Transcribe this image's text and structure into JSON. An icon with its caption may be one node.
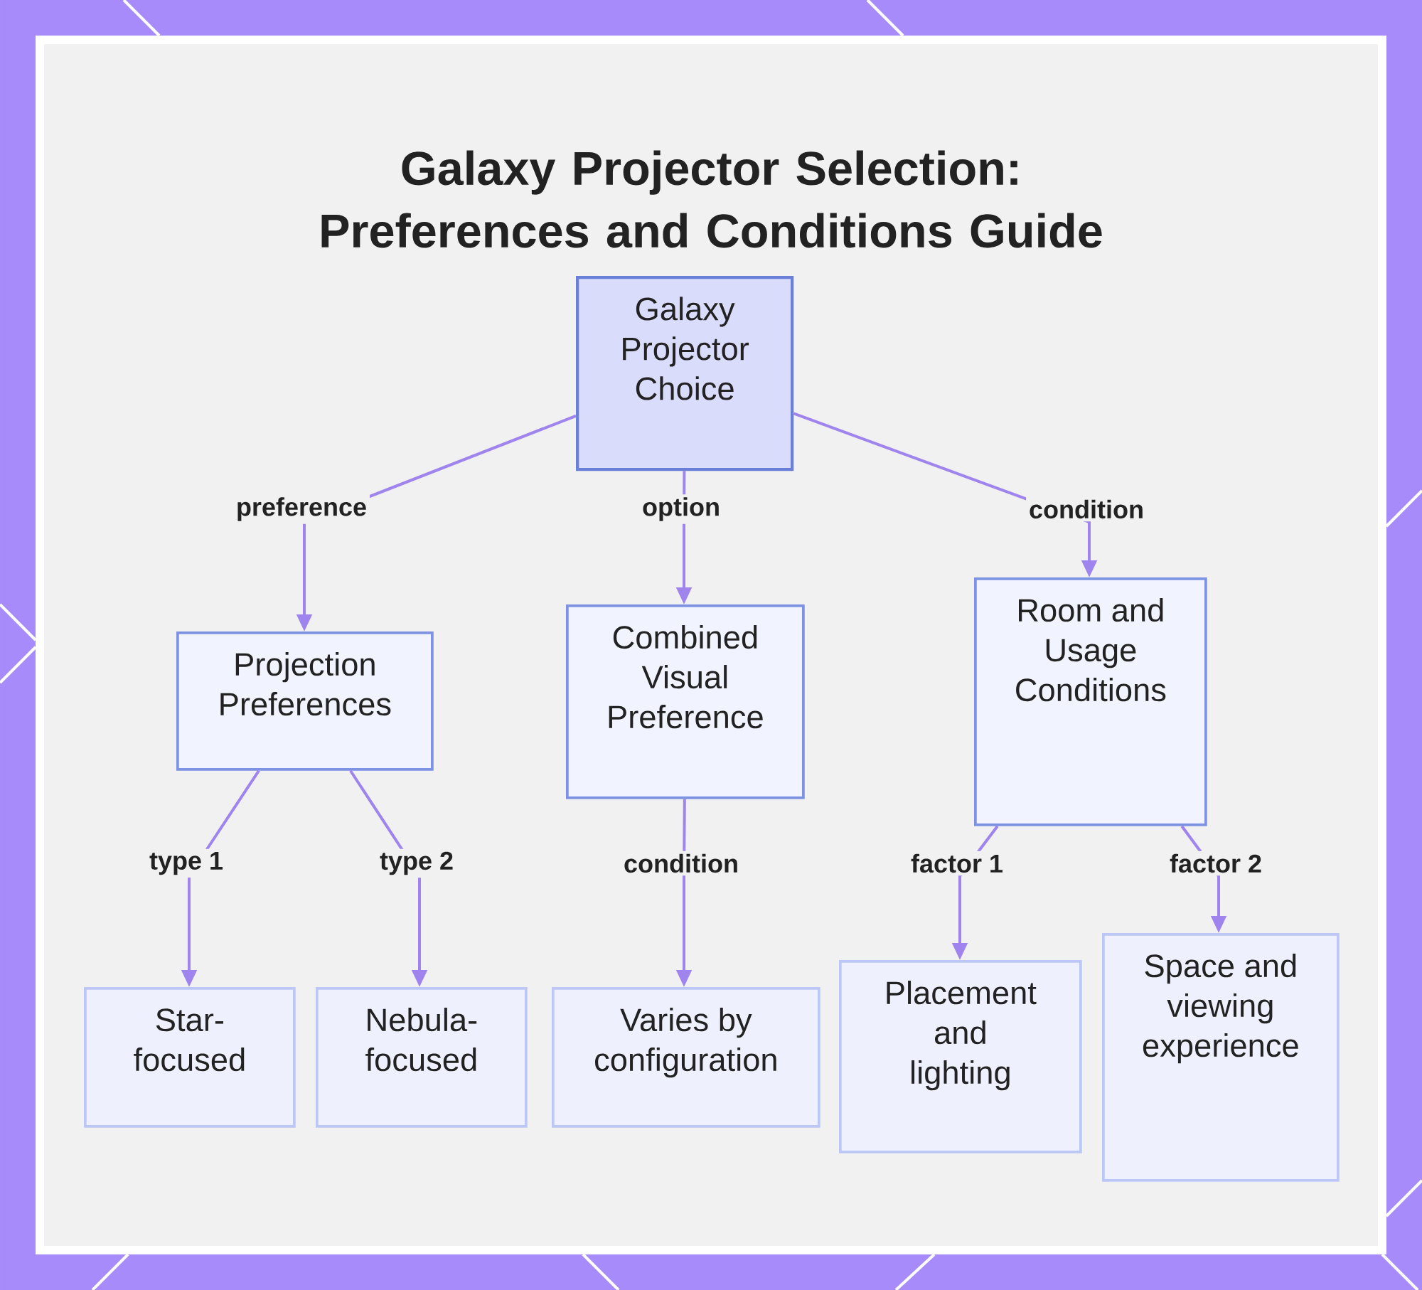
{
  "diagram": {
    "title": "Galaxy Projector Selection: Preferences and Conditions Guide",
    "nodes": [
      {
        "text": [
          "Galaxy Projector Choice"
        ]
      },
      {
        "text": [
          "Projection Preferences"
        ]
      },
      {
        "text": [
          "Combined Visual Preference"
        ]
      },
      {
        "text": [
          "Room and Usage Conditions"
        ]
      },
      {
        "text": [
          "Star-focused"
        ]
      },
      {
        "text": [
          "Nebula-focused"
        ]
      },
      {
        "text": [
          "Varies by configuration"
        ]
      },
      {
        "text": [
          "Placement and lighting"
        ]
      },
      {
        "text": [
          "Space and viewing experience"
        ]
      }
    ],
    "edges": [
      {
        "from": 0,
        "to": 1,
        "arrow": "to",
        "label": "preference"
      },
      {
        "from": 0,
        "to": 2,
        "arrow": "to",
        "label": "option"
      },
      {
        "from": 0,
        "to": 3,
        "arrow": "to",
        "label": "condition"
      },
      {
        "from": 1,
        "to": 4,
        "arrow": "to",
        "label": "type 1"
      },
      {
        "from": 1,
        "to": 5,
        "arrow": "to",
        "label": "type 2"
      },
      {
        "from": 2,
        "to": 6,
        "arrow": "to",
        "label": "condition"
      },
      {
        "from": 3,
        "to": 7,
        "arrow": "to",
        "label": "factor 1"
      },
      {
        "from": 3,
        "to": 8,
        "arrow": "to",
        "label": "factor 2"
      }
    ]
  }
}
